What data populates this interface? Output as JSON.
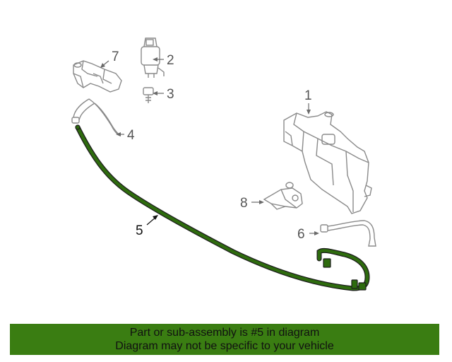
{
  "callouts": {
    "c1": "1",
    "c2": "2",
    "c3": "3",
    "c4": "4",
    "c5": "5",
    "c6": "6",
    "c7": "7",
    "c8": "8"
  },
  "footer": {
    "line1": "Part or sub-assembly is #5 in diagram",
    "line2": "Diagram may not be specific to your vehicle"
  },
  "colors": {
    "highlight": "#2e6b0e",
    "banner": "#3a7d12",
    "linework": "#8a8a8a"
  }
}
